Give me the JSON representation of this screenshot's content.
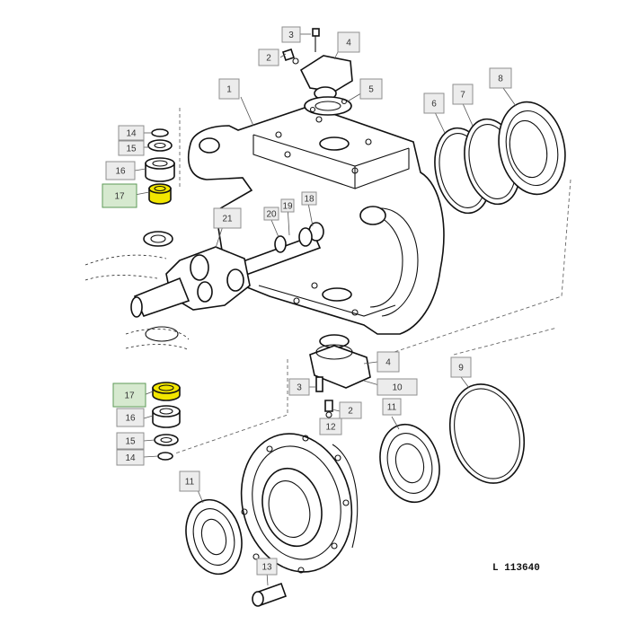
{
  "figure_id": "L 113640",
  "highlight_color": "#f2e600",
  "callouts": [
    {
      "label": "1"
    },
    {
      "label": "2"
    },
    {
      "label": "3"
    },
    {
      "label": "4"
    },
    {
      "label": "5"
    },
    {
      "label": "6"
    },
    {
      "label": "7"
    },
    {
      "label": "8"
    },
    {
      "label": "9"
    },
    {
      "label": "10"
    },
    {
      "label": "11"
    },
    {
      "label": "11"
    },
    {
      "label": "12"
    },
    {
      "label": "13"
    },
    {
      "label": "14"
    },
    {
      "label": "15"
    },
    {
      "label": "16"
    },
    {
      "label": "17"
    },
    {
      "label": "3"
    },
    {
      "label": "2"
    },
    {
      "label": "4"
    },
    {
      "label": "17"
    },
    {
      "label": "16"
    },
    {
      "label": "15"
    },
    {
      "label": "14"
    },
    {
      "label": "18"
    },
    {
      "label": "19"
    },
    {
      "label": "20"
    },
    {
      "label": "21"
    }
  ]
}
